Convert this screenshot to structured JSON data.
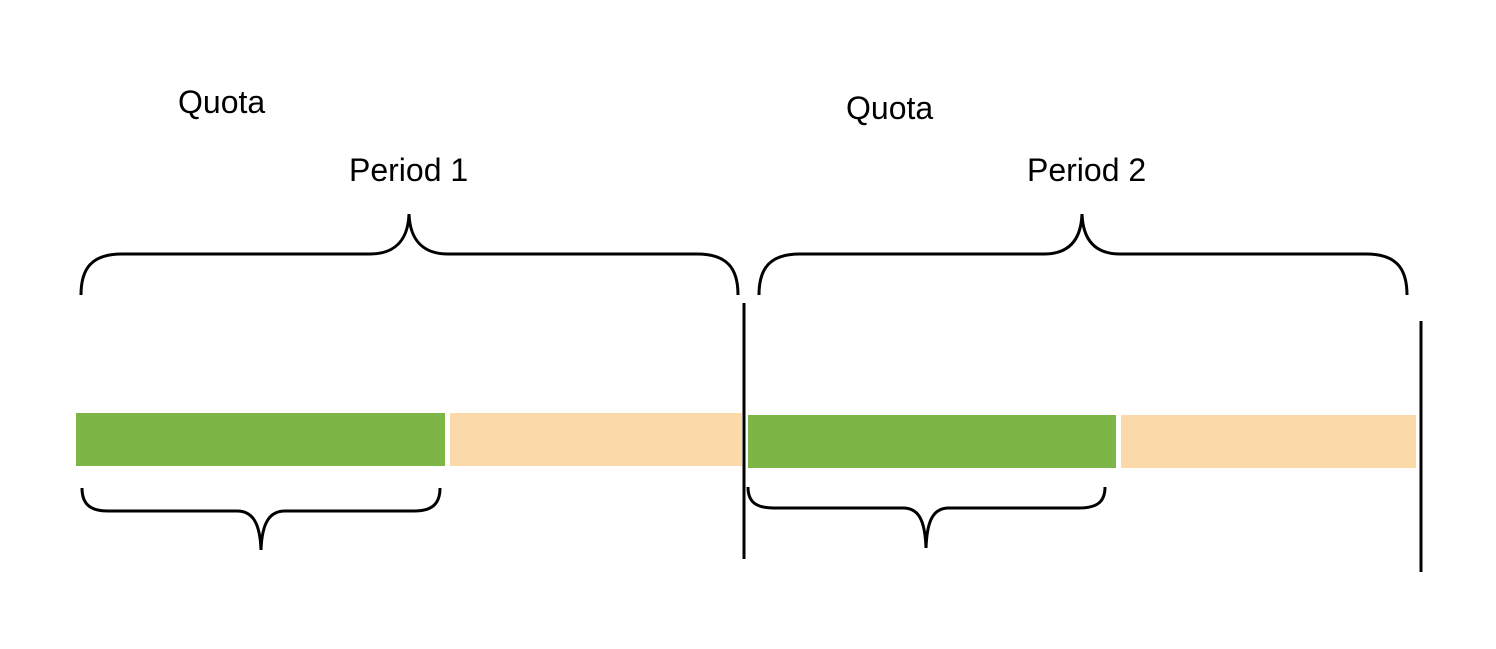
{
  "labels": {
    "quota_1": "Quota",
    "quota_2": "Quota",
    "period_1": "Period 1",
    "period_2": "Period 2"
  },
  "colors": {
    "used": "#7db647",
    "remaining": "#fcd9a8",
    "line": "#000000",
    "background": "#ffffff"
  },
  "periods": [
    {
      "name": "Period 1",
      "used_fraction": 0.55
    },
    {
      "name": "Period 2",
      "used_fraction": 0.55
    }
  ]
}
